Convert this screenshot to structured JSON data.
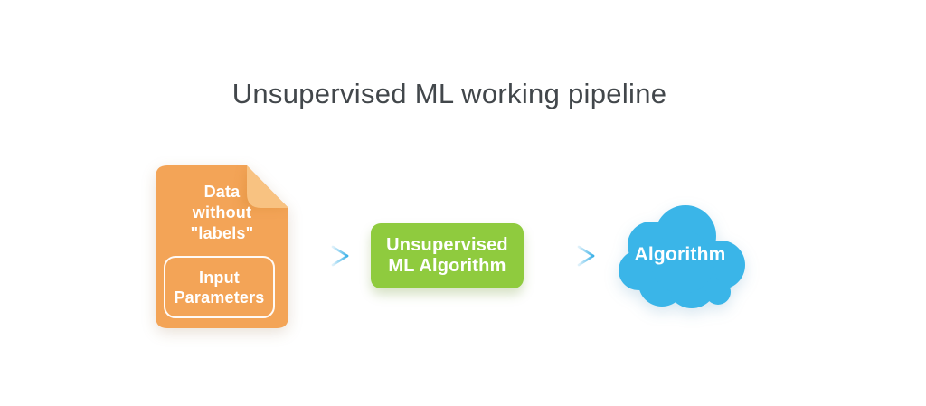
{
  "title": "Unsupervised ML working pipeline",
  "diagram": {
    "document_node": {
      "label_lines": [
        "Data",
        "without",
        "\"labels\""
      ],
      "inner_box": {
        "label_lines": [
          "Input",
          "Parameters"
        ]
      },
      "fill": "#F3A457",
      "fold_fill": "#F8C281",
      "fold_shadow": "#D98A34",
      "inner_box_border": "#FFFFFF"
    },
    "process_node": {
      "label_lines": [
        "Unsupervised",
        "ML Algorithm"
      ],
      "fill": "#8FCB3E"
    },
    "output_node": {
      "label": "Algorithm",
      "fill": "#3AB5E8"
    },
    "arrows": {
      "count": 2,
      "direction": "right",
      "gradient_start": "#DFF1FA",
      "gradient_end": "#3EB2E8"
    },
    "label_text_color": "#FFFFFF",
    "title_text_color": "#42474B"
  }
}
